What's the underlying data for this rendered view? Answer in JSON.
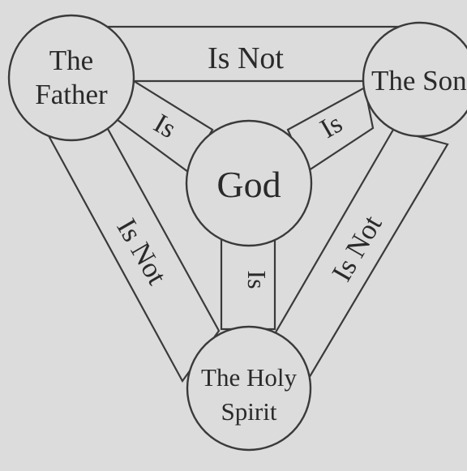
{
  "nodes": {
    "father": {
      "line1": "The",
      "line2": "Father"
    },
    "son": {
      "line1": "The Son"
    },
    "god": {
      "line1": "God"
    },
    "spirit": {
      "line1": "The Holy",
      "line2": "Spirit"
    }
  },
  "relations": {
    "father_son": "Is Not",
    "father_spirit": "Is Not",
    "son_spirit": "Is Not",
    "father_god": "Is",
    "son_god": "Is",
    "spirit_god": "Is"
  },
  "colors": {
    "background": "#dcdcdc",
    "stroke": "#3a3a3a",
    "text": "#2a2a2a"
  }
}
